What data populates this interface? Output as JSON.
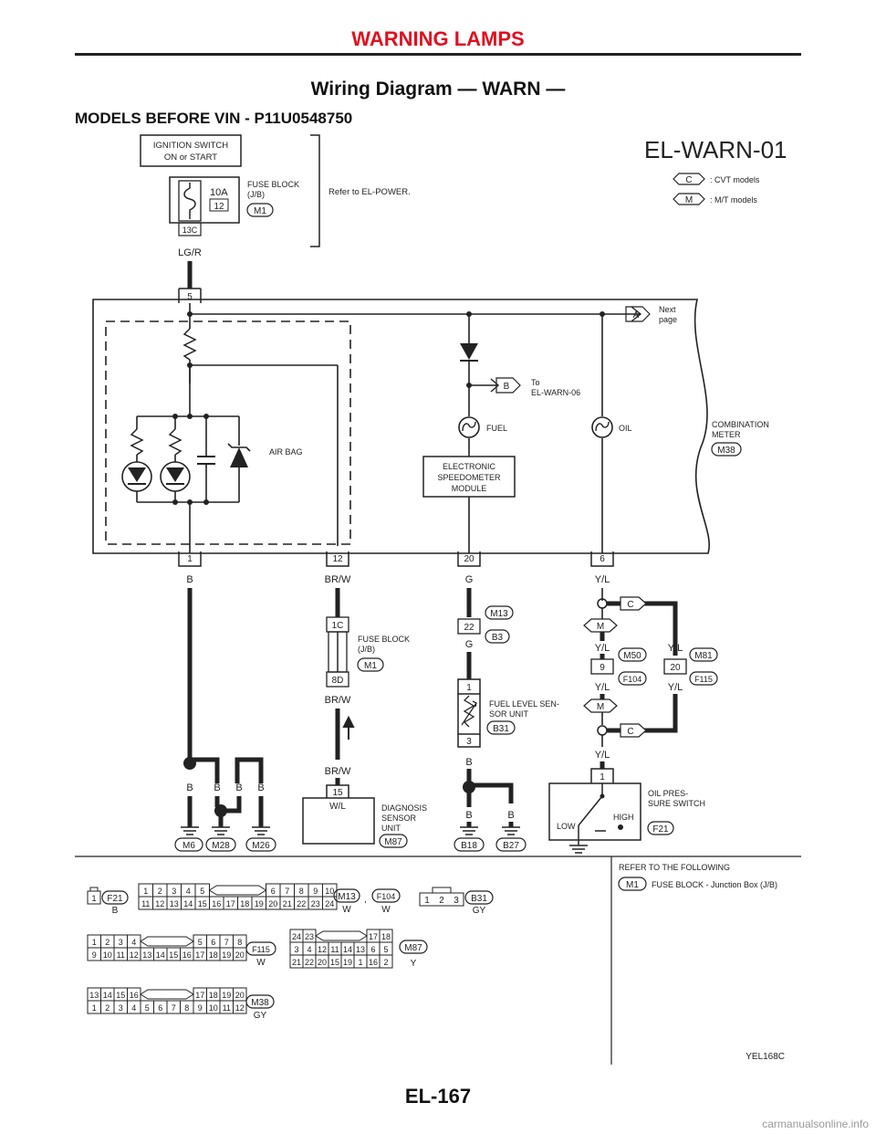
{
  "header": "WARNING LAMPS",
  "title": "Wiring Diagram — WARN —",
  "subtitle": "MODELS BEFORE VIN - P11U0548750",
  "page_number": "EL-167",
  "watermark": "carmanualsonline.info",
  "diagram": {
    "code": "EL-WARN-01",
    "legend": [
      {
        "tag": "C",
        "text": ": CVT models"
      },
      {
        "tag": "M",
        "text": ": M/T models"
      }
    ],
    "ignition_switch": [
      "IGNITION SWITCH",
      "ON or START"
    ],
    "fuse": {
      "amp": "10A",
      "number": "12",
      "terminal": "13C"
    },
    "fuse_block_label": [
      "FUSE BLOCK",
      "(J/B)"
    ],
    "fuse_block_conn": "M1",
    "refer_power": "Refer to EL-POWER.",
    "wire_lgr": "LG/R",
    "meter_pin_top": "5",
    "next_page": {
      "tag": "A",
      "text": [
        "Next",
        "page"
      ]
    },
    "to_warn06": {
      "tag": "B",
      "text": [
        "To",
        "EL-WARN-06"
      ]
    },
    "fuel_label": "FUEL",
    "oil_label": "OIL",
    "airbag_label": "AIR BAG",
    "combination_meter": {
      "label": [
        "COMBINATION",
        "METER"
      ],
      "conn": "M38"
    },
    "esm": [
      "ELECTRONIC",
      "SPEEDOMETER",
      "MODULE"
    ],
    "meter_pins_bottom": [
      "1",
      "12",
      "20",
      "6"
    ],
    "wire_b": "B",
    "wire_brw": "BR/W",
    "wire_g": "G",
    "wire_yl": "Y/L",
    "fuse2": {
      "top": "1C",
      "bottom": "8D",
      "label": [
        "FUSE BLOCK",
        "(J/B)"
      ],
      "conn": "M1"
    },
    "m13_conn": "M13",
    "b3_conn": "B3",
    "pin22": "22",
    "sensor": {
      "pin_top": "1",
      "pin_bottom": "3",
      "label": [
        "FUEL LEVEL SEN-",
        "SOR UNIT"
      ],
      "conn": "B31"
    },
    "c_tag": "C",
    "m_tag": "M",
    "m50": {
      "conn": "M50",
      "pin": "9",
      "sub": "F104"
    },
    "m81": {
      "conn": "M81",
      "pin": "20",
      "sub": "F115"
    },
    "diagnosis": {
      "pin": "15",
      "wire": "W/L",
      "label": [
        "DIAGNOSIS",
        "SENSOR",
        "UNIT"
      ],
      "conn": "M87"
    },
    "oil_switch": {
      "pin": "1",
      "label": [
        "OIL PRES-",
        "SURE SWITCH"
      ],
      "low": "LOW",
      "high": "HIGH",
      "conn": "F21"
    },
    "grounds": [
      "M6",
      "M28",
      "M26",
      "B18",
      "B27"
    ],
    "refer_following": "REFER TO THE FOLLOWING",
    "refer_m1": {
      "conn": "M1",
      "text": "FUSE BLOCK - Junction Box (J/B)"
    },
    "conn_f21": {
      "name": "F21",
      "color": "B",
      "pin": "1"
    },
    "conn_m13": {
      "names": [
        "M13",
        "F104"
      ],
      "colors": [
        "W",
        "W"
      ],
      "sep": ",",
      "row1_left": [
        "1",
        "2",
        "3",
        "4",
        "5"
      ],
      "row1_right": [
        "6",
        "7",
        "8",
        "9",
        "10"
      ],
      "row2": [
        "11",
        "12",
        "13",
        "14",
        "15",
        "16",
        "17",
        "18",
        "19",
        "20",
        "21",
        "22",
        "23",
        "24"
      ]
    },
    "conn_b31": {
      "name": "B31",
      "color": "GY",
      "pins": [
        "1",
        "2",
        "3"
      ]
    },
    "conn_f115": {
      "name": "F115",
      "color": "W",
      "row1_left": [
        "1",
        "2",
        "3",
        "4"
      ],
      "row1_right": [
        "5",
        "6",
        "7",
        "8"
      ],
      "row2": [
        "9",
        "10",
        "11",
        "12",
        "13",
        "14",
        "15",
        "16",
        "17",
        "18",
        "19",
        "20"
      ]
    },
    "conn_m87": {
      "name": "M87",
      "color": "Y",
      "row1_left": [
        "24",
        "23"
      ],
      "row1_right": [
        "17",
        "18"
      ],
      "row2": [
        "3",
        "4",
        "12",
        "11",
        "14",
        "13",
        "6",
        "5"
      ],
      "row3": [
        "21",
        "22",
        "20",
        "15",
        "19",
        "1",
        "16",
        "2"
      ]
    },
    "conn_m38": {
      "name": "M38",
      "color": "GY",
      "row1_left": [
        "13",
        "14",
        "15",
        "16"
      ],
      "row1_right": [
        "17",
        "18",
        "19",
        "20"
      ],
      "row2": [
        "1",
        "2",
        "3",
        "4",
        "5",
        "6",
        "7",
        "8",
        "9",
        "10",
        "11",
        "12"
      ]
    },
    "figure_code": "YEL168C",
    "colors": {
      "header": "#e01020",
      "line": "#222222"
    }
  }
}
